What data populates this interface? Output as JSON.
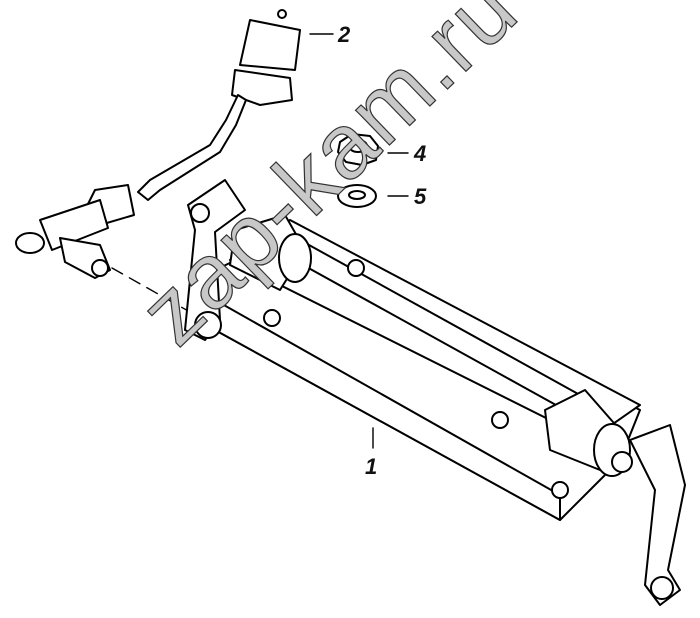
{
  "callouts": [
    {
      "id": "1",
      "label": "1"
    },
    {
      "id": "2",
      "label": "2"
    },
    {
      "id": "4",
      "label": "4"
    },
    {
      "id": "5",
      "label": "5"
    }
  ],
  "watermark": "zap-kam.ru"
}
